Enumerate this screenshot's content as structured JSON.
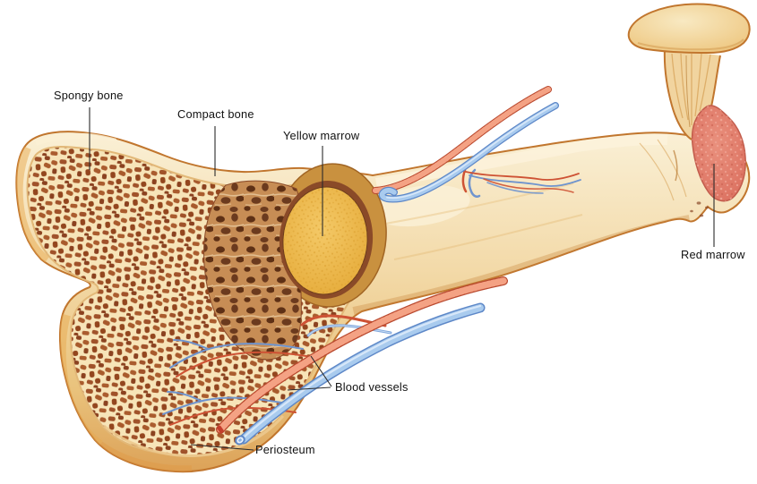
{
  "figure": {
    "description": "Anatomical illustration of a long bone (femur) cut open to show internal structure",
    "background": "#FFFFFF"
  },
  "labels": {
    "spongy_bone": "Spongy bone",
    "compact_bone": "Compact bone",
    "yellow_marrow": "Yellow marrow",
    "red_marrow": "Red marrow",
    "blood_vessels": "Blood vessels",
    "periosteum": "Periosteum"
  },
  "palette": {
    "background": "#FFFFFF",
    "bone_light": "#FAF0D6",
    "bone_mid": "#F2D8A6",
    "bone_shadow": "#DFA55C",
    "bone_outline": "#C1762E",
    "cut_face_cream": "#F7E4B8",
    "spongy_speckle": "#9E4E22",
    "collar_tan": "#C9913F",
    "ring_brown": "#7A4526",
    "yellow_marrow_fill": "#ECB344",
    "red_marrow_fill": "#DF7568",
    "artery_red": "#DE6445",
    "artery_stripe": "#F4A284",
    "vein_blue": "#A9CBEE",
    "vein_outline": "#5E88C8",
    "label_text": "#111111",
    "leader_line": "#2B2B2B"
  }
}
